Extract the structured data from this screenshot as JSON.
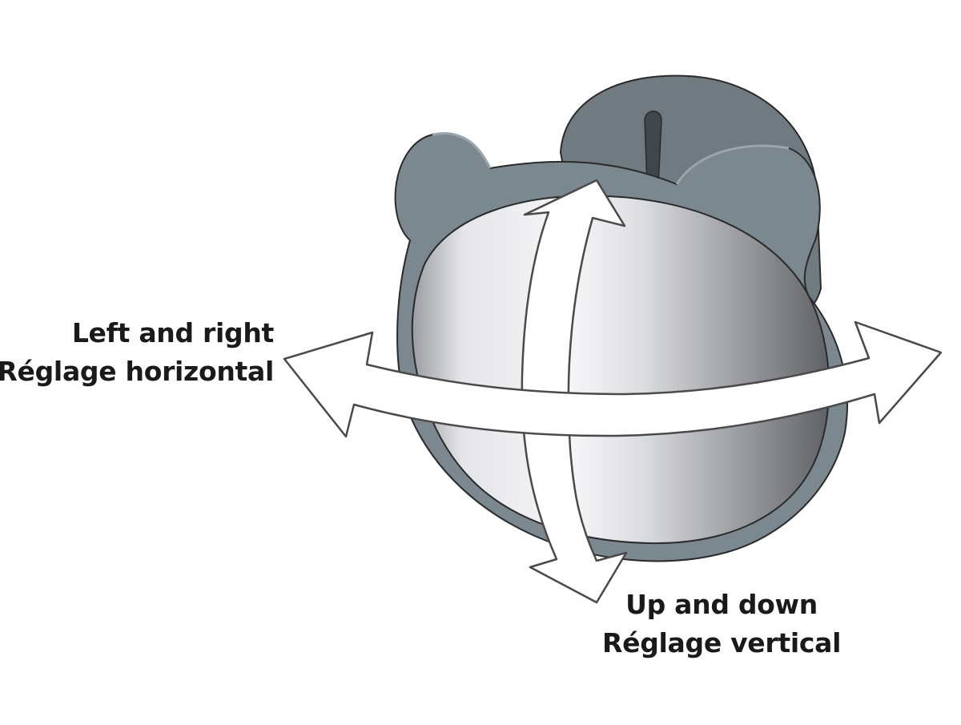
{
  "labels": {
    "horizontal": {
      "line1": "Left and right",
      "line2": "Réglage horizontal"
    },
    "vertical": {
      "line1": "Up and down",
      "line2": "Réglage vertical"
    }
  },
  "colors": {
    "housing": "#7b8890",
    "housing_back": "#6f7a81",
    "outline": "#2a2a2a",
    "arrow_fill": "#ffffff",
    "arrow_stroke": "#4a4a4a",
    "text": "#1a1a1a",
    "mirror_light": "#f4f4f6",
    "mirror_dark": "#6f7175"
  },
  "icons": {
    "horizontal_arrow": "double-headed-curved-arrow-horizontal",
    "vertical_arrow": "double-headed-curved-arrow-vertical",
    "mirror": "baby-car-mirror-bear-ears"
  }
}
